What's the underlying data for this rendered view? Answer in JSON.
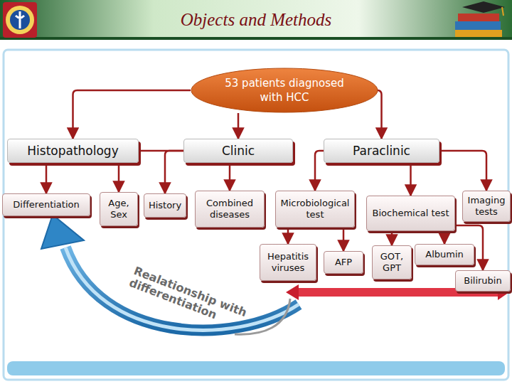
{
  "diagram": {
    "title": "Objects and Methods",
    "nodes": [
      {
        "text": [
          "53 patients diagnosed with HCC"
        ]
      },
      {
        "text": [
          "Histopathology"
        ]
      },
      {
        "text": [
          "Clinic"
        ]
      },
      {
        "text": [
          "Paraclinic"
        ]
      },
      {
        "text": [
          "Differentiation"
        ]
      },
      {
        "text": [
          "Age, Sex"
        ]
      },
      {
        "text": [
          "History"
        ]
      },
      {
        "text": [
          "Combined diseases"
        ]
      },
      {
        "text": [
          "Microbiological test"
        ]
      },
      {
        "text": [
          "Biochemical test"
        ]
      },
      {
        "text": [
          "Imaging tests"
        ]
      },
      {
        "text": [
          "Hepatitis viruses"
        ]
      },
      {
        "text": [
          "AFP"
        ]
      },
      {
        "text": [
          "GOT, GPT"
        ]
      },
      {
        "text": [
          "Albumin"
        ]
      },
      {
        "text": [
          "Bilirubin"
        ]
      }
    ],
    "edges": [
      {
        "from": 0,
        "to": 1,
        "arrow": "to"
      },
      {
        "from": 0,
        "to": 2,
        "arrow": "to"
      },
      {
        "from": 0,
        "to": 3,
        "arrow": "to"
      },
      {
        "from": 1,
        "to": 4,
        "arrow": "to"
      },
      {
        "from": 2,
        "to": 5,
        "arrow": "to"
      },
      {
        "from": 2,
        "to": 6,
        "arrow": "to"
      },
      {
        "from": 2,
        "to": 7,
        "arrow": "to"
      },
      {
        "from": 3,
        "to": 8,
        "arrow": "to"
      },
      {
        "from": 3,
        "to": 9,
        "arrow": "to"
      },
      {
        "from": 3,
        "to": 10,
        "arrow": "to"
      },
      {
        "from": 8,
        "to": 11,
        "arrow": "to"
      },
      {
        "from": 8,
        "to": 12,
        "arrow": "to"
      },
      {
        "from": 9,
        "to": 13,
        "arrow": "to"
      },
      {
        "from": 9,
        "to": 14,
        "arrow": "to"
      },
      {
        "from": 9,
        "to": 15,
        "arrow": "to"
      }
    ],
    "labels": [
      "Realationship with differentiation"
    ]
  }
}
